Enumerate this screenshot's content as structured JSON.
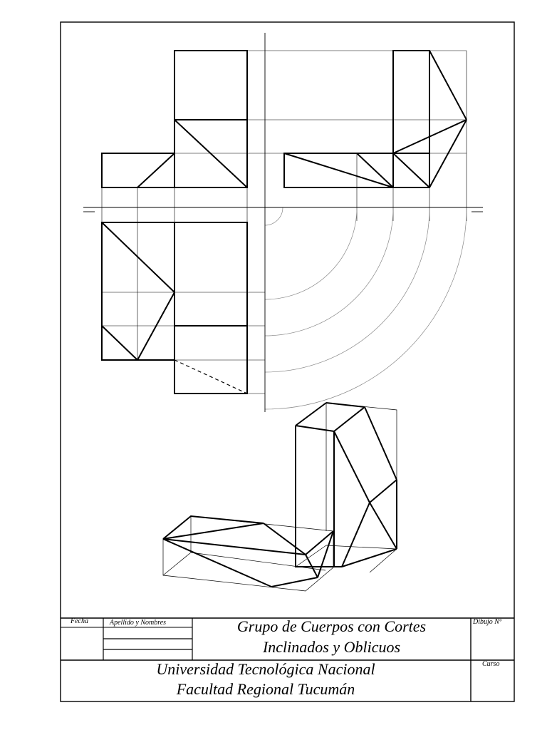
{
  "title_block": {
    "fecha_label": "Fecha",
    "apellido_label": "Apellido y Nombres",
    "title_line1": "Grupo de Cuerpos con Cortes",
    "title_line2": "Inclinados y Oblicuos",
    "dibujo_label": "Dibujo Nº",
    "curso_label": "Curso",
    "university_line1": "Universidad Tecnológica Nacional",
    "university_line2": "Facultad Regional Tucumán"
  },
  "colors": {
    "ink": "#000000",
    "construction": "#888888",
    "paper": "#ffffff"
  }
}
